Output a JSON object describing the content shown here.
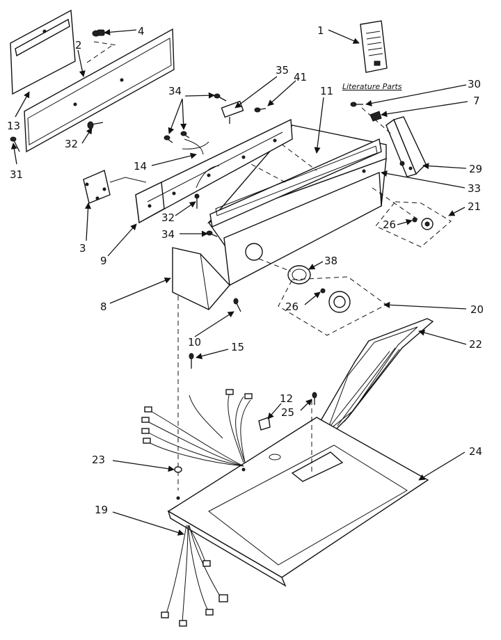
{
  "diagram": {
    "section_heading": "Literature Parts",
    "labels": {
      "p1": "1",
      "p2": "2",
      "p3": "3",
      "p4": "4",
      "p7": "7",
      "p8": "8",
      "p9": "9",
      "p10": "10",
      "p11": "11",
      "p12": "12",
      "p13": "13",
      "p14": "14",
      "p15": "15",
      "p19": "19",
      "p20": "20",
      "p21": "21",
      "p22": "22",
      "p23": "23",
      "p24": "24",
      "p25": "25",
      "p26a": "26",
      "p26b": "26",
      "p29": "29",
      "p30": "30",
      "p31": "31",
      "p32a": "32",
      "p32b": "32",
      "p33": "33",
      "p34a": "34",
      "p34b": "34",
      "p35": "35",
      "p38": "38",
      "p41": "41"
    }
  }
}
